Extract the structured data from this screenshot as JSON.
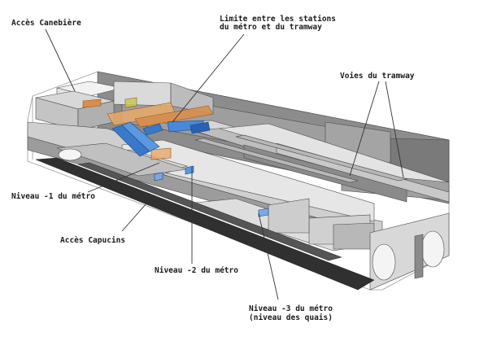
{
  "labels": {
    "acces_canebiere": "Accès Canebière",
    "limite_line1": "Limite entre les stations",
    "limite_line2": "du métro et du tramway",
    "voies_tramway": "Voies du tramway",
    "niveau_1": "Niveau -1 du métro",
    "acces_capucins": "Accès Capucins",
    "niveau_2": "Niveau -2 du métro",
    "niveau_3_line1": "Niveau -3 du métro",
    "niveau_3_line2": "(niveau des quais)"
  },
  "colors": {
    "outline": "#4a4a4a",
    "concrete_light": "#d9d9d9",
    "concrete_mid": "#a8a8a8",
    "concrete_dark": "#6e6e6e",
    "floor_dark": "#303030",
    "metro_structure": "#e8a868",
    "escalator_blue": "#3a78c8",
    "leader_line": "#333333"
  }
}
